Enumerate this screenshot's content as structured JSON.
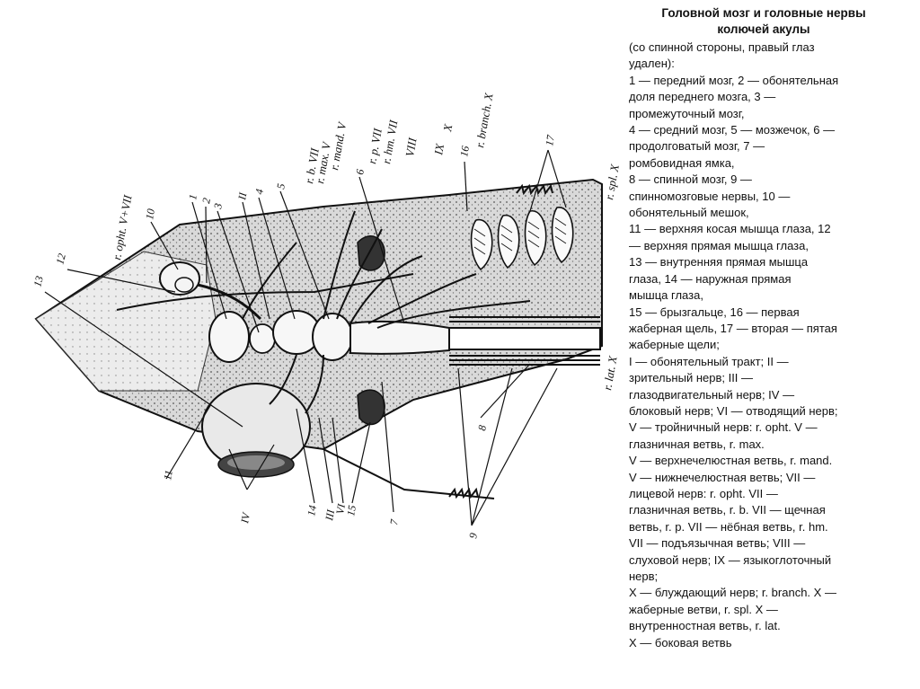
{
  "legend": {
    "title_line1": "Головной мозг и головные нервы",
    "title_line2": "колючей акулы",
    "subtitle_line1": "(со спинной стороны, правый глаз",
    "subtitle_line2": "удален):",
    "lines": [
      "1 — передний мозг, 2 — обонятельная",
      "доля переднего мозга, 3 —",
      "промежуточный мозг,",
      "4 — средний мозг, 5 — мозжечок, 6 —",
      "продолговатый мозг, 7 —",
      "ромбовидная ямка,",
      "8 — спинной мозг, 9 —",
      "спинномозговые нервы, 10 —",
      "обонятельный мешок,",
      "11 — верхняя косая мышца глаза, 12",
      "— верхняя прямая мышца глаза,",
      "13 — внутренняя прямая мышца",
      "глаза, 14 — наружная   прямая",
      "мышца   глаза,",
      "15 — брызгальце, 16 — первая",
      "жаберная щель, 17 — вторая — пятая",
      "жаберные щели;",
      "I — обонятельный тракт; II —",
      "зрительный нерв; III —",
      "глазодвигательный нерв; IV —",
      "блоковый нерв; VI — отводящий нерв;",
      "V — тройничный нерв: r. opht. V —",
      "глазничная ветвь, r. max.",
      "V — верхнечелюстная ветвь, r. mand.",
      "V — нижнечелюстная ветвь; VII —",
      "лицевой нерв: r. opht. VII —",
      "глазничная ветвь, r. b. VII — щечная",
      "ветвь, r. p. VII — нёбная ветвь, r. hm.",
      "VII — подъязычная ветвь; VIII —",
      "слуховой нерв; IX — языкоглоточный",
      "нерв;",
      "X — блуждающий нерв; r. branch. X —",
      "жаберные ветви, r. spl. X —",
      "внутренностная ветвь, r. lat.",
      "X — боковая ветвь"
    ]
  },
  "diagram": {
    "labels": {
      "r_opht_v_vii": "r. opht. V+VII",
      "r_b_vii": "r. b. VII",
      "r_max_v": "r. max. V",
      "r_mand_v": "r. mand. V",
      "r_p_vii": "r. p. VII",
      "r_hm_vii": "r. hm. VII",
      "viii": "VIII",
      "ix": "IX",
      "x": "X",
      "r_branch_x": "r. branch. X",
      "r_spl_x": "r. spl. X",
      "r_lat_x": "r. lat. X",
      "roman_ii": "II",
      "roman_iii": "III",
      "roman_iv": "IV",
      "roman_vi": "VI",
      "n1": "1",
      "n2": "2",
      "n3": "3",
      "n4": "4",
      "n5": "5",
      "n6": "6",
      "n7": "7",
      "n8": "8",
      "n9": "9",
      "n10": "10",
      "n11": "11",
      "n12": "12",
      "n13": "13",
      "n14": "14",
      "n15": "15",
      "n16": "16",
      "n17": "17"
    }
  }
}
